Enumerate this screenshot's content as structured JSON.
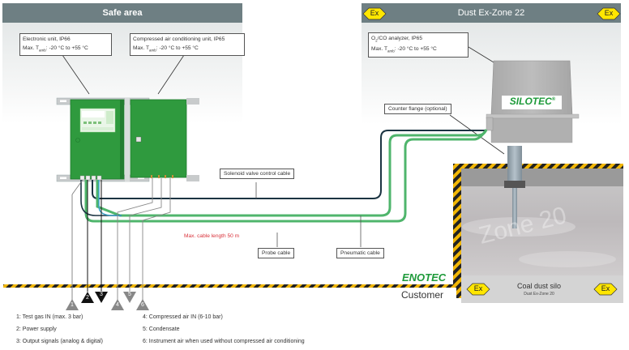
{
  "safe_area": {
    "title": "Safe area",
    "callouts": [
      {
        "line1": "Electronic unit, IP66",
        "line2_prefix": "Max. T",
        "line2_sub": "amb",
        "line2_suffix": ": -20 °C to +55 °C"
      },
      {
        "line1": "Compressed air conditioning unit, IP65",
        "line2_prefix": "Max. T",
        "line2_sub": "amb",
        "line2_suffix": ": -20 °C to +55 °C"
      }
    ]
  },
  "ex_zone": {
    "title": "Dust Ex-Zone 22",
    "ex_symbol": "Ex",
    "callout": {
      "line1_prefix": "O",
      "line1_sub": "2",
      "line1_suffix": "/CO analyzer, IP65",
      "line2_prefix": "Max. T",
      "line2_sub": "amb",
      "line2_suffix": ": -20 °C to +55 °C"
    }
  },
  "analyzer": {
    "brand": "SILOTEC",
    "reg": "®"
  },
  "labels": {
    "counter_flange": "Counter flange (optional)",
    "solenoid_cable": "Solenoid valve control cable",
    "probe_cable": "Probe cable",
    "pneumatic_cable": "Pneumatic cable",
    "max_cable_length": "Max. cable length 50 m",
    "enotec": "ENOTEC",
    "customer": "Customer"
  },
  "silo": {
    "zone_text": "Zone 20",
    "title": "Coal dust silo",
    "subtitle": "Dust Ex-Zone 20"
  },
  "connections": [
    {
      "number": "1",
      "direction": "up",
      "label": "1: Test gas IN (max. 3 bar)"
    },
    {
      "number": "2",
      "direction": "up",
      "label": "2: Power supply"
    },
    {
      "number": "3",
      "direction": "down",
      "label": "3: Output signals (analog & digital)"
    },
    {
      "number": "4",
      "direction": "up",
      "label": "4: Compressed air IN (6-10 bar)"
    },
    {
      "number": "5",
      "direction": "down",
      "label": "5: Condensate"
    },
    {
      "number": "6",
      "direction": "up",
      "label": "6: Instrument air when used without compressed air conditioning"
    }
  ],
  "colors": {
    "header": "#6e7f83",
    "unit_green": "#2f9a3e",
    "cable_green": "#4fb56c",
    "cable_dark": "#1b3442",
    "max_length_red": "#d9323a",
    "brand_green": "#1e9a3a",
    "hazard_yellow": "#f2b705",
    "ex_yellow": "#ffe600"
  }
}
